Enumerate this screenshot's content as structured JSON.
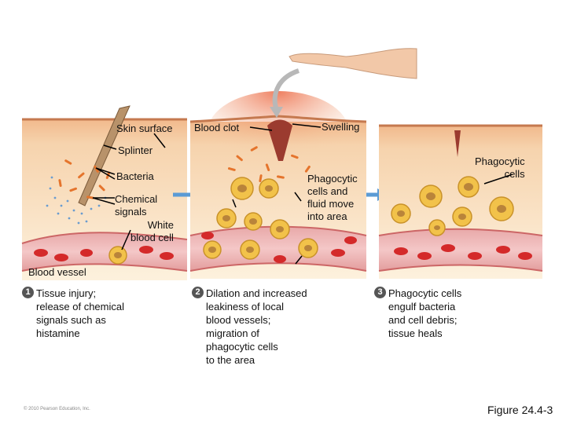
{
  "labels": {
    "skin_surface": "Skin surface",
    "splinter": "Splinter",
    "bacteria": "Bacteria",
    "chemical_signals": "Chemical\nsignals",
    "white_blood_cell": "White\nblood cell",
    "blood_vessel": "Blood vessel",
    "blood_clot": "Blood clot",
    "swelling": "Swelling",
    "phagocytic_fluid": "Phagocytic\ncells and\nfluid move\ninto area",
    "phagocytic_cells": "Phagocytic\ncells"
  },
  "steps": [
    {
      "number": "1",
      "text": "Tissue injury;\nrelease of chemical\nsignals such as\nhistamine"
    },
    {
      "number": "2",
      "text": "Dilation and increased\nleakiness of local\nblood vessels;\nmigration of\nphagocytic cells\nto the area"
    },
    {
      "number": "3",
      "text": "Phagocytic cells\nengulf bacteria\nand cell debris;\ntissue heals"
    }
  ],
  "copyright": "© 2010 Pearson Education, Inc.",
  "figure": "Figure 24.4-3",
  "colors": {
    "skin": "#f4c79a",
    "tissue": "#fbe6c6",
    "vessel": "#d98a8a",
    "rbc": "#d42a2a",
    "cell": "#f2c24a",
    "arrow": "#5b9bd5"
  }
}
